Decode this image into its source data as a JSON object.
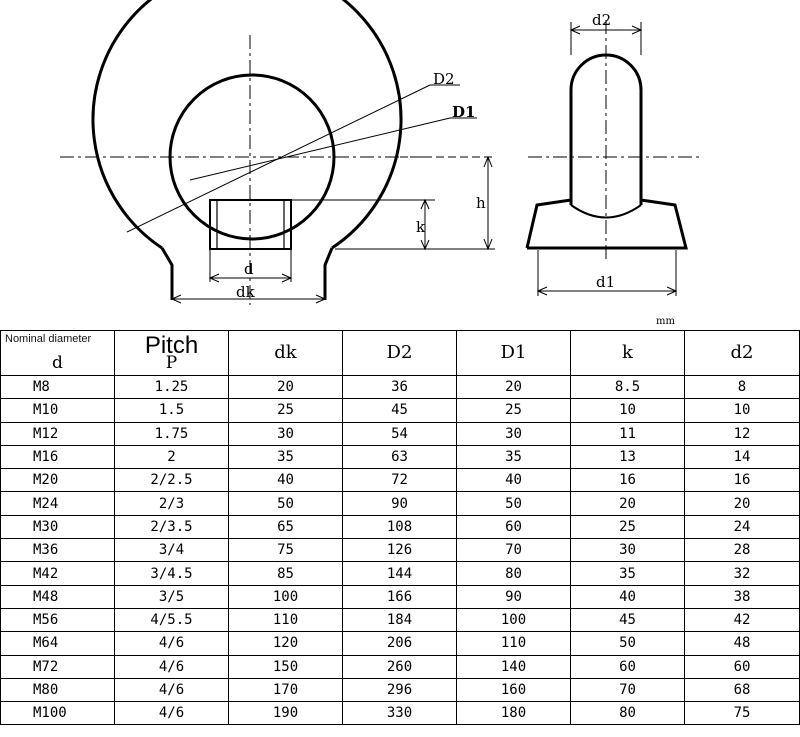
{
  "front_view": {
    "labels": {
      "d2_upper": "D2",
      "d1_upper": "D1",
      "h": "h",
      "k": "k",
      "d": "d",
      "dk": "dk"
    }
  },
  "side_view": {
    "labels": {
      "d2": "d2",
      "d1": "d1"
    }
  },
  "unit": "mm",
  "table": {
    "columns": [
      {
        "key": "d",
        "label": "d",
        "note": "Nominal diameter"
      },
      {
        "key": "P",
        "label": "P",
        "note": "Pitch"
      },
      {
        "key": "dk",
        "label": "dk"
      },
      {
        "key": "D2",
        "label": "D2"
      },
      {
        "key": "D1",
        "label": "D1"
      },
      {
        "key": "k",
        "label": "k"
      },
      {
        "key": "d2",
        "label": "d2"
      }
    ],
    "rows": [
      [
        "M8",
        "1.25",
        "20",
        "36",
        "20",
        "8.5",
        "8"
      ],
      [
        "M10",
        "1.5",
        "25",
        "45",
        "25",
        "10",
        "10"
      ],
      [
        "M12",
        "1.75",
        "30",
        "54",
        "30",
        "11",
        "12"
      ],
      [
        "M16",
        "2",
        "35",
        "63",
        "35",
        "13",
        "14"
      ],
      [
        "M20",
        "2/2.5",
        "40",
        "72",
        "40",
        "16",
        "16"
      ],
      [
        "M24",
        "2/3",
        "50",
        "90",
        "50",
        "20",
        "20"
      ],
      [
        "M30",
        "2/3.5",
        "65",
        "108",
        "60",
        "25",
        "24"
      ],
      [
        "M36",
        "3/4",
        "75",
        "126",
        "70",
        "30",
        "28"
      ],
      [
        "M42",
        "3/4.5",
        "85",
        "144",
        "80",
        "35",
        "32"
      ],
      [
        "M48",
        "3/5",
        "100",
        "166",
        "90",
        "40",
        "38"
      ],
      [
        "M56",
        "4/5.5",
        "110",
        "184",
        "100",
        "45",
        "42"
      ],
      [
        "M64",
        "4/6",
        "120",
        "206",
        "110",
        "50",
        "48"
      ],
      [
        "M72",
        "4/6",
        "150",
        "260",
        "140",
        "60",
        "60"
      ],
      [
        "M80",
        "4/6",
        "170",
        "296",
        "160",
        "70",
        "68"
      ],
      [
        "M100",
        "4/6",
        "190",
        "330",
        "180",
        "80",
        "75"
      ]
    ]
  }
}
